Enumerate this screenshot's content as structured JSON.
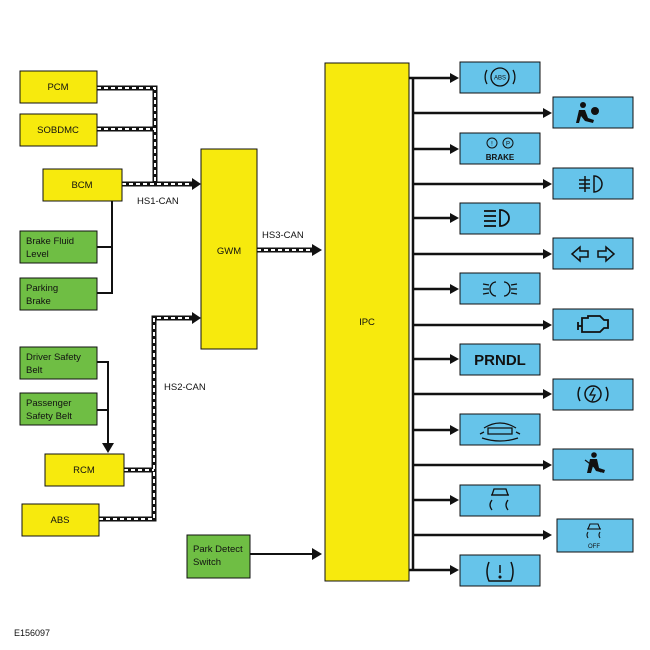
{
  "modules": {
    "pcm": "PCM",
    "sobdmc": "SOBDMC",
    "bcm": "BCM",
    "brake_fluid": [
      "Brake Fluid",
      "Level"
    ],
    "parking_brake": [
      "Parking",
      "Brake"
    ],
    "driver_belt": [
      "Driver Safety",
      "Belt"
    ],
    "passenger_belt": [
      "Passenger",
      "Safety Belt"
    ],
    "rcm": "RCM",
    "abs": "ABS",
    "gwm": "GWM",
    "ipc": "IPC",
    "park_detect": [
      "Park Detect",
      "Switch"
    ]
  },
  "buses": {
    "hs1": "HS1-CAN",
    "hs2": "HS2-CAN",
    "hs3": "HS3-CAN"
  },
  "indicators": {
    "abs_text": "ABS",
    "brake_text": "BRAKE",
    "brake_p": "P",
    "brake_excl": "!",
    "prndl": "PRNDL",
    "off_text": "OFF"
  },
  "figure_id": "E156097",
  "colors": {
    "module_yellow": "#f7ea0d",
    "switch_green": "#6fbe44",
    "indicator_blue": "#66c4ea",
    "line": "#111111"
  }
}
